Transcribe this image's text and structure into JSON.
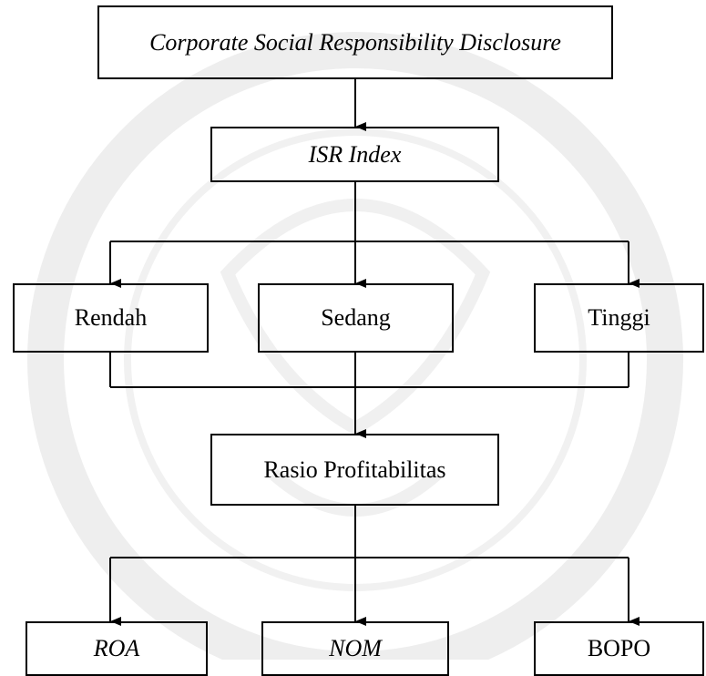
{
  "diagram": {
    "top": {
      "label": "Corporate Social Responsibility Disclosure"
    },
    "index": {
      "label": "ISR Index"
    },
    "levels": [
      {
        "label": "Rendah"
      },
      {
        "label": "Sedang"
      },
      {
        "label": "Tinggi"
      }
    ],
    "profitability": {
      "label": "Rasio Profitabilitas"
    },
    "ratios": [
      {
        "label": "ROA"
      },
      {
        "label": "NOM"
      },
      {
        "label": "BOPO"
      }
    ]
  },
  "colors": {
    "line": "#000000",
    "box_border": "#000000",
    "watermark": "#e9e9e9"
  }
}
